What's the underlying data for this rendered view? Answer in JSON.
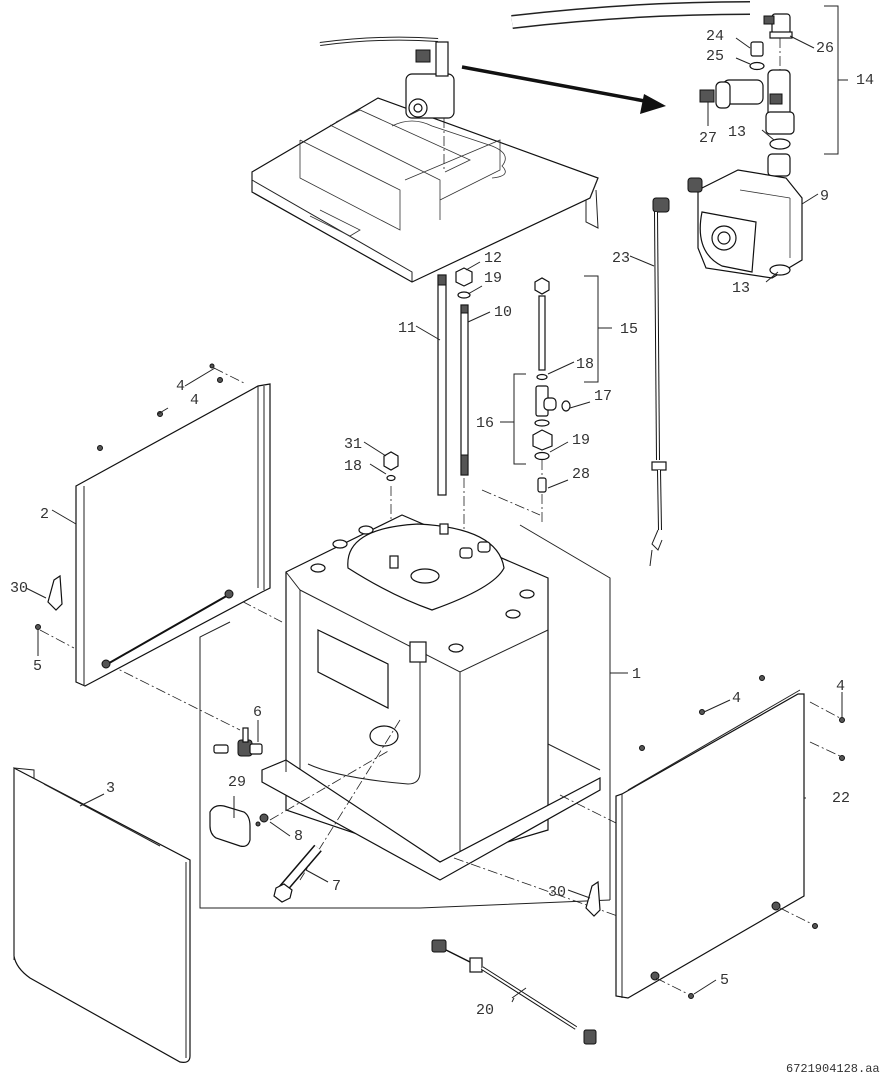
{
  "drawing": {
    "type": "exploded-view parts diagram",
    "reference_number": "6721904128.aa"
  },
  "callouts": [
    {
      "id": "c1",
      "label": "1"
    },
    {
      "id": "c2",
      "label": "2"
    },
    {
      "id": "c3",
      "label": "3"
    },
    {
      "id": "c4a",
      "label": "4"
    },
    {
      "id": "c4b",
      "label": "4"
    },
    {
      "id": "c4c",
      "label": "4"
    },
    {
      "id": "c4d",
      "label": "4"
    },
    {
      "id": "c5a",
      "label": "5"
    },
    {
      "id": "c5b",
      "label": "5"
    },
    {
      "id": "c6",
      "label": "6"
    },
    {
      "id": "c7",
      "label": "7"
    },
    {
      "id": "c8",
      "label": "8"
    },
    {
      "id": "c9",
      "label": "9"
    },
    {
      "id": "c10",
      "label": "10"
    },
    {
      "id": "c11",
      "label": "11"
    },
    {
      "id": "c12",
      "label": "12"
    },
    {
      "id": "c13a",
      "label": "13"
    },
    {
      "id": "c13b",
      "label": "13"
    },
    {
      "id": "c14",
      "label": "14"
    },
    {
      "id": "c15",
      "label": "15"
    },
    {
      "id": "c16",
      "label": "16"
    },
    {
      "id": "c17",
      "label": "17"
    },
    {
      "id": "c18a",
      "label": "18"
    },
    {
      "id": "c18b",
      "label": "18"
    },
    {
      "id": "c19a",
      "label": "19"
    },
    {
      "id": "c19b",
      "label": "19"
    },
    {
      "id": "c20",
      "label": "20"
    },
    {
      "id": "c22",
      "label": "22"
    },
    {
      "id": "c23",
      "label": "23"
    },
    {
      "id": "c24",
      "label": "24"
    },
    {
      "id": "c25",
      "label": "25"
    },
    {
      "id": "c26",
      "label": "26"
    },
    {
      "id": "c27",
      "label": "27"
    },
    {
      "id": "c28",
      "label": "28"
    },
    {
      "id": "c29",
      "label": "29"
    },
    {
      "id": "c30a",
      "label": "30"
    },
    {
      "id": "c30b",
      "label": "30"
    },
    {
      "id": "c31",
      "label": "31"
    }
  ],
  "groups": [
    {
      "label": "14",
      "members": [
        "13",
        "24",
        "25",
        "26",
        "27"
      ]
    },
    {
      "label": "15",
      "members": [
        "18"
      ]
    },
    {
      "label": "16",
      "members": [
        "17",
        "18",
        "19"
      ]
    }
  ]
}
